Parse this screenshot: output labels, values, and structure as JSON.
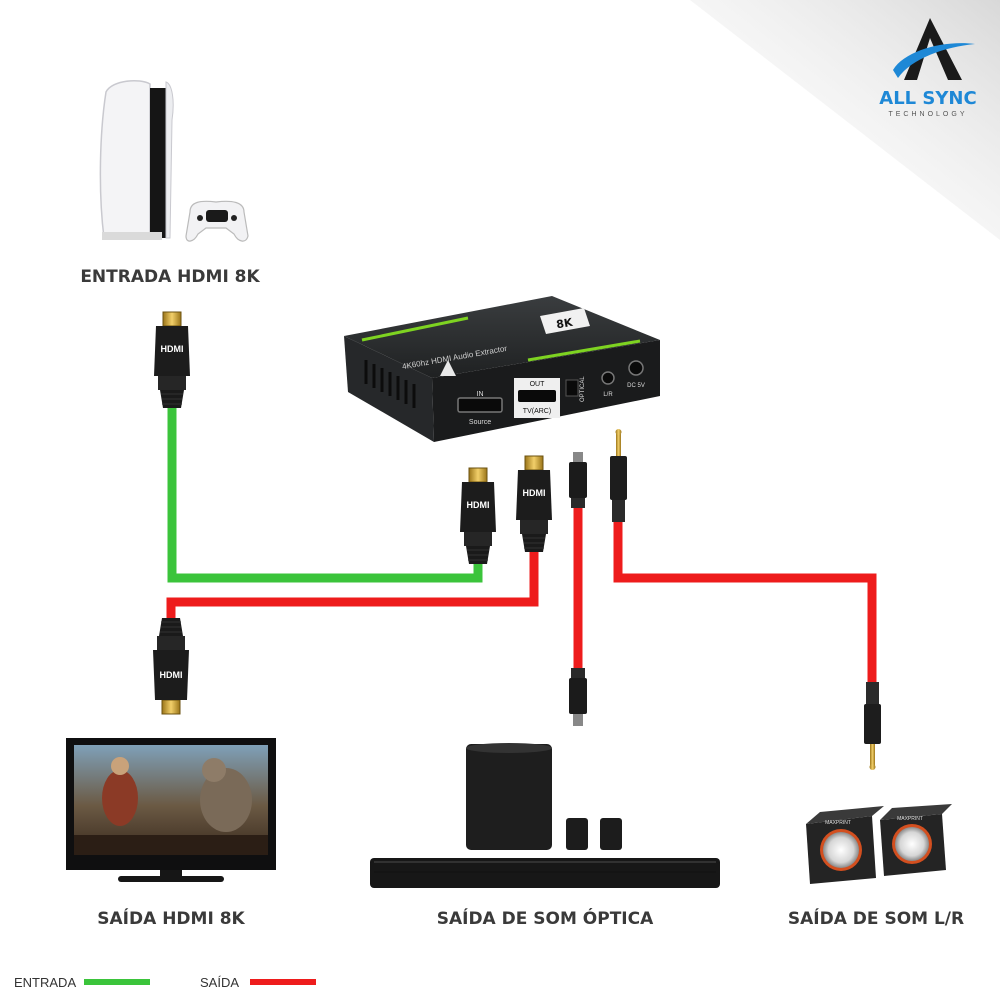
{
  "brand": {
    "name": "ALL SYNC",
    "tagline": "TECHNOLOGY"
  },
  "labels": {
    "input_hdmi": "ENTRADA HDMI 8K",
    "output_hdmi": "SAÍDA HDMI 8K",
    "output_optical": "SAÍDA DE SOM ÓPTICA",
    "output_lr": "SAÍDA DE SOM L/R"
  },
  "device": {
    "model_text": "4K60hz HDMI Audio Extractor",
    "badge": "8K",
    "ports": {
      "in": "IN",
      "source": "Source",
      "out": "OUT",
      "tv_arc": "TV(ARC)",
      "optical": "OPTICAL",
      "lr": "L/R",
      "dc": "DC 5V"
    }
  },
  "connectors": {
    "hdmi_text": "HDMI"
  },
  "speaker_brand": "MAXPRINT",
  "legend": {
    "input": {
      "label": "ENTRADA",
      "color": "#3bc43b"
    },
    "output": {
      "label": "SAÍDA",
      "color": "#ee1c1c"
    }
  }
}
